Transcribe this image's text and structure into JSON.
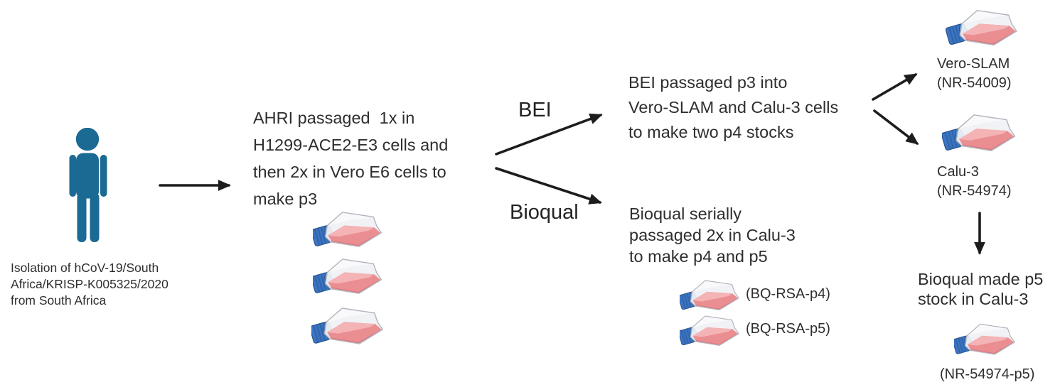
{
  "labels": {
    "isolation": {
      "lines": [
        "Isolation of hCoV-19/South",
        "Africa/KRISP-K005325/2020",
        "from South Africa"
      ]
    },
    "ahri": {
      "lines": [
        "AHRI passaged  1x in",
        "H1299-ACE2-E3 cells and",
        "then 2x in Vero E6 cells to",
        "make p3"
      ]
    },
    "bei_branch": "BEI",
    "bioqual_branch": "Bioqual",
    "bei_description": {
      "lines": [
        "BEI passaged p3 into",
        "Vero-SLAM and Calu-3 cells",
        "to make two p4 stocks"
      ]
    },
    "bioqual_description": {
      "lines": [
        "Bioqual serially",
        "passaged 2x in Calu-3",
        "to make p4 and p5"
      ]
    },
    "vero_slam": {
      "name": "Vero-SLAM",
      "id": "(NR-54009)"
    },
    "calu3": {
      "name": "Calu-3",
      "id": "(NR-54974)"
    },
    "bq_rsa_p4": "(BQ-RSA-p4)",
    "bq_rsa_p5": "(BQ-RSA-p5)",
    "p5_stock": {
      "lines": [
        "Bioqual made p5",
        "stock in Calu-3"
      ]
    },
    "nr54974_p5": "(NR-54974-p5)"
  },
  "icons": {
    "person": "person-icon",
    "culture_flask": "culture-flask-icon",
    "arrow": "arrow-line"
  },
  "colors": {
    "background": "#ffffff",
    "text": "#2e2e2e",
    "arrow": "#1d1d1d",
    "person_icon": "#1b6a94",
    "flask_cap": "#3a74c2",
    "flask_cap_shadow": "#28538c",
    "flask_liquid": "#eb8e92",
    "flask_liquid_surface": "#f4b4b6",
    "flask_body": "#f0f1f4",
    "flask_outline": "#b2b5bc"
  }
}
